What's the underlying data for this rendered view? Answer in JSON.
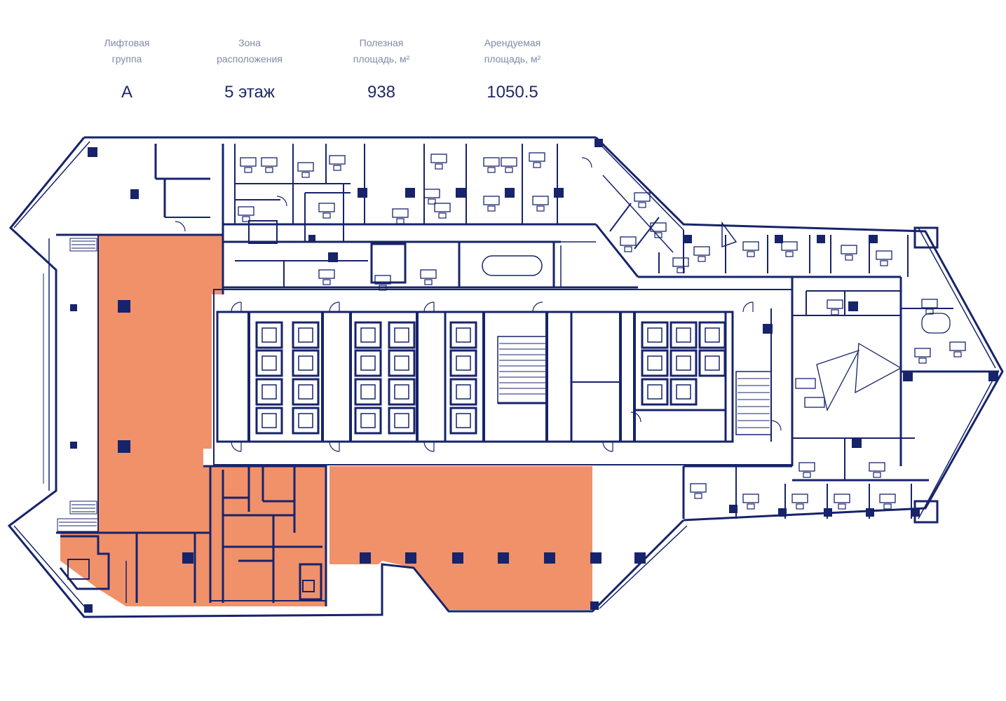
{
  "header": {
    "stats": [
      {
        "label": "Лифтовая\nгруппа",
        "value": "А"
      },
      {
        "label": "Зона\nрасположения",
        "value": "5 этаж"
      },
      {
        "label": "Полезная\nплощадь, м²",
        "value": "938"
      },
      {
        "label": "Арендуемая\nплощадь, м²",
        "value": "1050.5"
      }
    ]
  },
  "colors": {
    "wall": "#17236b",
    "highlight": "#f0916a",
    "background": "#ffffff",
    "label": "#7f8aa6"
  },
  "icons": [
    "elevator-icon",
    "stair-icon",
    "column-icon",
    "door-icon",
    "desk-icon"
  ]
}
